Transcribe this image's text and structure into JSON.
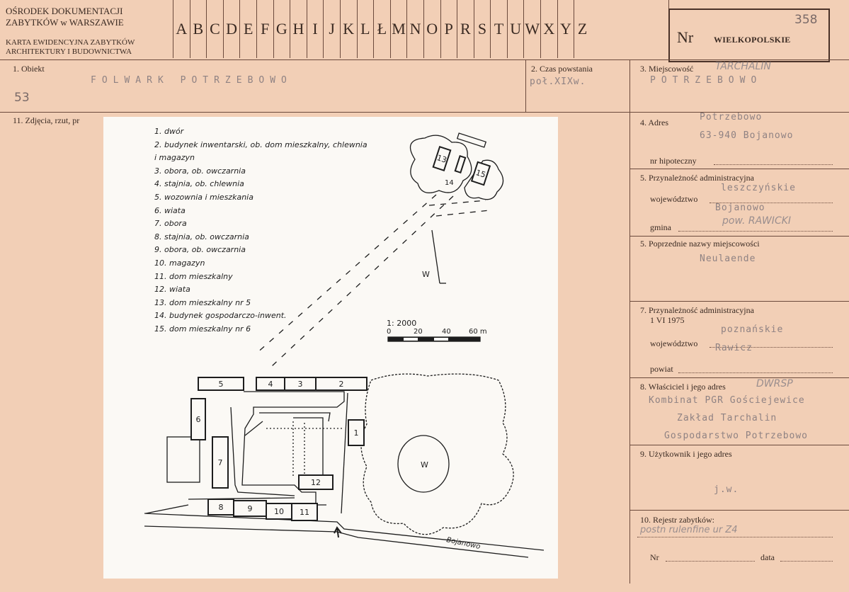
{
  "header": {
    "institution_line1": "OŚRODEK DOKUMENTACJI",
    "institution_line2": "ZABYTKÓW w WARSZAWIE",
    "card_line1": "KARTA EWIDENCYJNA ZABYTKÓW",
    "card_line2": "ARCHITEKTURY I BUDOWNICTWA",
    "letters": [
      "A",
      "B",
      "C",
      "D",
      "E",
      "F",
      "G",
      "H",
      "I",
      "J",
      "K",
      "L",
      "Ł",
      "M",
      "N",
      "O",
      "P",
      "R",
      "S",
      "T",
      "U",
      "W",
      "X",
      "Y",
      "Z"
    ],
    "nr_label": "Nr",
    "region": "WIELKOPOLSKIE",
    "card_number": "358"
  },
  "fields": {
    "obiekt_label": "1. Obiekt",
    "obiekt_value": "FOLWARK POTRZEBOWO",
    "obiekt_number": "53",
    "czas_label": "2. Czas powstania",
    "czas_value": "poł.XIXw.",
    "miejscowosc_label": "3. Miejscowość",
    "miejscowosc_hand": "TARCHALIN",
    "miejscowosc_value": "POTRZEBOWO",
    "zdjecia_label": "11. Zdjęcia, rzut, pr",
    "adres_label": "4. Adres",
    "adres_line1": "Potrzebowo",
    "adres_line2": "63-940 Bojanowo",
    "nr_hipoteczny_label": "nr hipoteczny",
    "przyn_label": "5. Przynależność administracyjna",
    "wojewodztwo_label": "województwo",
    "wojewodztwo_value": "leszczyńskie",
    "gmina_value": "Bojanowo",
    "gmina_hand": "pow. RAWICKI",
    "gmina_label": "gmina",
    "poprzednie_label": "5. Poprzednie nazwy miejscowości",
    "poprzednie_value": "Neulaende",
    "przyn1975_label": "7. Przynależność administracyjna",
    "przyn1975_date": "1 VI 1975",
    "woj1975_value": "poznańskie",
    "woj1975_label": "województwo",
    "powiat_value": "Rawicz",
    "powiat_label": "powiat",
    "wlasciciel_label": "8. Właściciel i jego adres",
    "wlasciciel_hand": "DWRSP",
    "wlasciciel_line1": "Kombinat PGR Gościejewice",
    "wlasciciel_line2": "Zakład Tarchalin",
    "wlasciciel_line3": "Gospodarstwo Potrzebowo",
    "uzytkownik_label": "9. Użytkownik i jego adres",
    "uzytkownik_value": "j.w.",
    "rejestr_label": "10. Rejestr zabytków:",
    "rejestr_hand": "postn rulenfine ur Z4",
    "nr_label": "Nr",
    "data_label": "data"
  },
  "map": {
    "legend": [
      "1. dwór",
      "2. budynek inwentarski, ob. dom mieszkalny, chlewnia",
      "i magazyn",
      "3. obora, ob. owczarnia",
      "4. stajnia, ob. chlewnia",
      "5. wozownia i mieszkania",
      "6. wiata",
      "7. obora",
      "8. stajnia, ob. owczarnia",
      "9. obora, ob. owczarnia",
      "10. magazyn",
      "11. dom mieszkalny",
      "12. wiata",
      "13. dom mieszkalny nr 5",
      "14. budynek gospodarczo-inwent.",
      "15. dom mieszkalny nr 6"
    ],
    "scale_label": "1: 2000",
    "scale_ticks": [
      "0",
      "20",
      "40",
      "60 m"
    ],
    "north_label": "W",
    "pond_label": "W",
    "road_label": "Bojanowo",
    "building_labels": [
      "1",
      "2",
      "3",
      "4",
      "5",
      "6",
      "7",
      "8",
      "9",
      "10",
      "11",
      "12",
      "13",
      "14",
      "15"
    ]
  }
}
